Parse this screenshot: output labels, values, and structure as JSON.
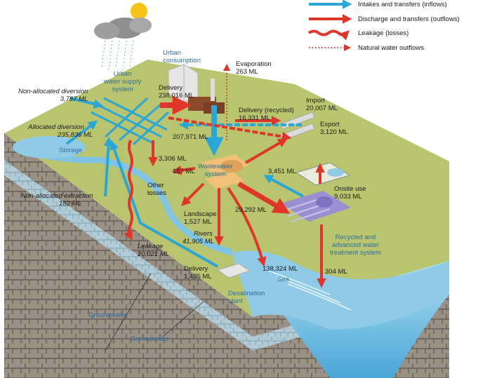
{
  "legend": {
    "inflows": "Intakes and transfers (inflows)",
    "outflows": "Discharge and transfers (outflows)",
    "leakage": "Leakage (losses)",
    "natural": "Natural water outflows"
  },
  "colors": {
    "inflow": "#2aa7d6",
    "outflow": "#e0352b",
    "natural": "#e0352b",
    "grass": "#b9c56e",
    "water": "#7fc4e4",
    "rock": "#8a8278",
    "label_blue": "#2a6f9e"
  },
  "nodes": {
    "urban_supply": "Urban\nwater supply\nsystem",
    "urban_consumption": "Urban\nconsumption",
    "wastewater": "Wastewater\nsystem",
    "recycled": "Recycled and\nadvanced water\ntreatment system",
    "storage": "Storage",
    "desalination": "Desalination\nplant",
    "sea": "Sea",
    "groundwater_left": "Groundwater",
    "groundwater_right": "Groundwater"
  },
  "flows": {
    "non_allocated_diversion": {
      "label": "Non-allocated diversion",
      "value": "3,787 ML"
    },
    "allocated_diversion": {
      "label": "Allocated diversion",
      "value": "235,836 ML"
    },
    "non_allocated_extraction": {
      "label": "Non-allocated extraction",
      "value": "182 ML"
    },
    "leakage": {
      "label": "Leakage",
      "value": "20,021 ML"
    },
    "delivery_urban": {
      "label": "Delivery",
      "value": "238,016 ML"
    },
    "evaporation": {
      "label": "Evaporation",
      "value": "263 ML"
    },
    "delivery_recycled": {
      "label": "Delivery (recycled)",
      "value": "16,331 ML"
    },
    "import": {
      "label": "Import",
      "value": "20,007 ML"
    },
    "export": {
      "label": "Export",
      "value": "3,120 ML"
    },
    "to_wastewater": {
      "value": "207,971 ML"
    },
    "other_losses": {
      "label": "Other\nlosses",
      "value": "3,306 ML"
    },
    "ww_187": {
      "value": "187 ML"
    },
    "ww_3451": {
      "value": "3,451 ML"
    },
    "onsite_use": {
      "label": "Onsite use",
      "value": "9,033 ML"
    },
    "landscape": {
      "label": "Landscape",
      "value": "1,527 ML"
    },
    "to_recycled": {
      "value": "29,292 ML"
    },
    "rivers": {
      "label": "Rivers",
      "value": "41,905 ML"
    },
    "delivery_desal": {
      "label": "Delivery",
      "value": "1,435 ML"
    },
    "sea_outflow": {
      "value": "138,324 ML"
    },
    "recycled_sea": {
      "value": "304 ML"
    }
  }
}
